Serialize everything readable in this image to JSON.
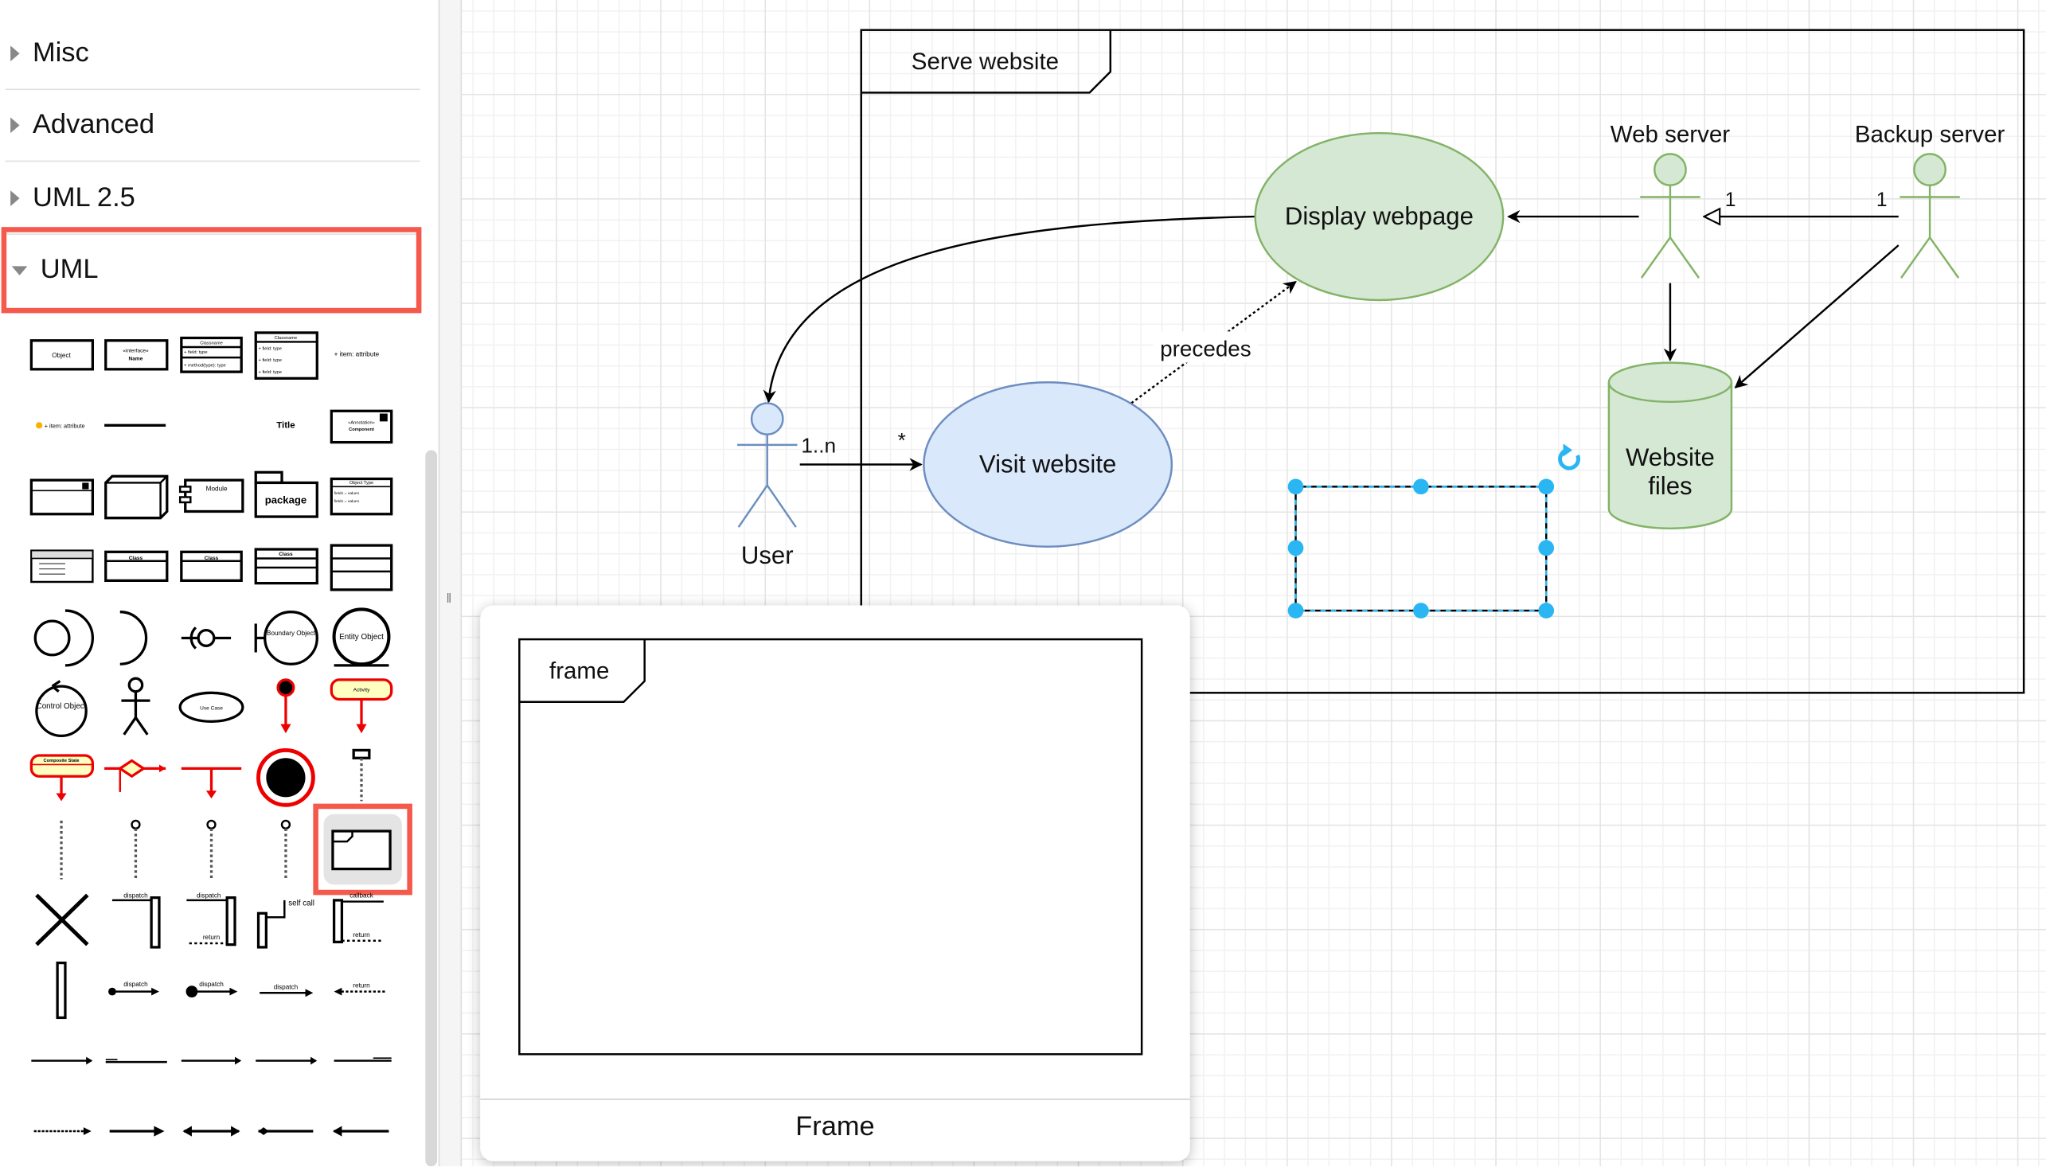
{
  "sidebar": {
    "sections": [
      {
        "label": "Misc"
      },
      {
        "label": "Advanced"
      },
      {
        "label": "UML 2.5"
      },
      {
        "label": "UML"
      }
    ],
    "palette_text": {
      "object": "Object",
      "interface_stereo": "«interface»",
      "interface_name": "Name",
      "classname": "Classname",
      "field_type": "+ field: type",
      "method_type": "+ method(type): type",
      "item_attribute": "+ item: attribute",
      "title": "Title",
      "annotation": "«Annotation»",
      "component": "Component",
      "module": "Module",
      "package": "package",
      "object_type": "Object Type",
      "field_value": "field1 = value1",
      "class": "Class",
      "boundary_object": "Boundary Object",
      "entity_object": "Entity Object",
      "control_object": "Control Object",
      "use_case": "Use Case",
      "activity": "Activity",
      "composite_state": "Composite State",
      "dispatch": "dispatch",
      "self_call": "self call",
      "callback": "callback",
      "return": "return"
    }
  },
  "diagram": {
    "frame_title": "Serve website",
    "actors": {
      "user": "User",
      "web_server": "Web server",
      "backup_server": "Backup server"
    },
    "usecases": {
      "display": "Display webpage",
      "visit": "Visit website"
    },
    "database": {
      "line1": "Website",
      "line2": "files"
    },
    "labels": {
      "precedes": "precedes",
      "one_to_n": "1..n",
      "star": "*",
      "one_a": "1",
      "one_b": "1"
    }
  },
  "preview": {
    "frame_tab": "frame",
    "label": "Frame"
  },
  "colors": {
    "selection_red": "#f5594b",
    "blue_fill": "#dae8fc",
    "blue_stroke": "#6c8ebf",
    "green_fill": "#d5e8d4",
    "green_stroke": "#82b366",
    "handle": "#29b6f2"
  }
}
